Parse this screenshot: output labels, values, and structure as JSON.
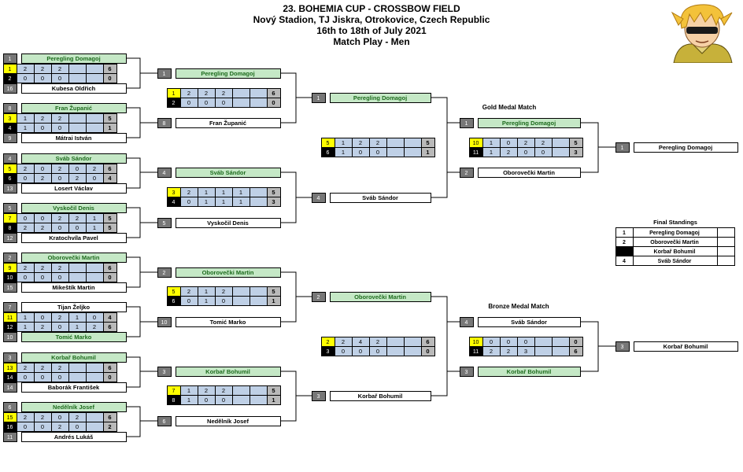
{
  "header": {
    "line1": "23. BOHEMIA CUP - CROSSBOW FIELD",
    "line2": "Nový Stadion, TJ Jiskra, Otrokovice, Czech Republic",
    "line3": "16th to 18th of July 2021",
    "line4": "Match Play - Men"
  },
  "colors": {
    "winner": "#c5e8c6",
    "score": "#bfd0e6",
    "set_total": "#b9b9b9",
    "seed": "#777777",
    "yellow": "#ffff00",
    "black": "#000000"
  },
  "round1": [
    {
      "top": {
        "seed": "1",
        "name": "Peregling Domagoj",
        "tb": "1",
        "sets": [
          "2",
          "2",
          "2"
        ],
        "total": "6",
        "winner": true
      },
      "bottom": {
        "seed": "16",
        "name": "Kubesa Oldřich",
        "tb": "2",
        "sets": [
          "0",
          "0",
          "0"
        ],
        "total": "0",
        "winner": false
      }
    },
    {
      "top": {
        "seed": "8",
        "name": "Fran Županić",
        "tb": "3",
        "sets": [
          "1",
          "2",
          "2"
        ],
        "total": "5",
        "winner": true
      },
      "bottom": {
        "seed": "9",
        "name": "Mátrai István",
        "tb": "4",
        "sets": [
          "1",
          "0",
          "0"
        ],
        "total": "1",
        "winner": false
      }
    },
    {
      "top": {
        "seed": "4",
        "name": "Sváb Sándor",
        "tb": "5",
        "sets": [
          "2",
          "0",
          "2",
          "0",
          "2"
        ],
        "total": "6",
        "winner": true
      },
      "bottom": {
        "seed": "13",
        "name": "Losert Václav",
        "tb": "6",
        "sets": [
          "0",
          "2",
          "0",
          "2",
          "0"
        ],
        "total": "4",
        "winner": false
      }
    },
    {
      "top": {
        "seed": "5",
        "name": "Vyskočil Denis",
        "tb": "7",
        "sets": [
          "0",
          "0",
          "2",
          "2",
          "1"
        ],
        "total": "5",
        "winner": true
      },
      "bottom": {
        "seed": "12",
        "name": "Kratochvíla Pavel",
        "tb": "8",
        "sets": [
          "2",
          "2",
          "0",
          "0",
          "1"
        ],
        "total": "5",
        "winner": false
      }
    },
    {
      "top": {
        "seed": "2",
        "name": "Oborovečki Martin",
        "tb": "9",
        "sets": [
          "2",
          "2",
          "2"
        ],
        "total": "6",
        "winner": true
      },
      "bottom": {
        "seed": "15",
        "name": "Mikeštík Martin",
        "tb": "10",
        "sets": [
          "0",
          "0",
          "0"
        ],
        "total": "0",
        "winner": false
      }
    },
    {
      "top": {
        "seed": "7",
        "name": "Tijan Željko",
        "tb": "11",
        "sets": [
          "1",
          "0",
          "2",
          "1",
          "0"
        ],
        "total": "4",
        "winner": false
      },
      "bottom": {
        "seed": "10",
        "name": "Tomić Marko",
        "tb": "12",
        "sets": [
          "1",
          "2",
          "0",
          "1",
          "2"
        ],
        "total": "6",
        "winner": true
      }
    },
    {
      "top": {
        "seed": "3",
        "name": "Korbař Bohumil",
        "tb": "13",
        "sets": [
          "2",
          "2",
          "2"
        ],
        "total": "6",
        "winner": true
      },
      "bottom": {
        "seed": "14",
        "name": "Baborák František",
        "tb": "14",
        "sets": [
          "0",
          "0",
          "0"
        ],
        "total": "0",
        "winner": false
      }
    },
    {
      "top": {
        "seed": "6",
        "name": "Nedělník Josef",
        "tb": "15",
        "sets": [
          "2",
          "2",
          "0",
          "2"
        ],
        "total": "6",
        "winner": true
      },
      "bottom": {
        "seed": "11",
        "name": "Andrés Lukáš",
        "tb": "16",
        "sets": [
          "0",
          "0",
          "2",
          "0"
        ],
        "total": "2",
        "winner": false
      }
    }
  ],
  "round2": [
    {
      "top": {
        "seed": "1",
        "name": "Peregling Domagoj",
        "tb": "1",
        "sets": [
          "2",
          "2",
          "2"
        ],
        "total": "6",
        "winner": true
      },
      "bottom": {
        "seed": "8",
        "name": "Fran Županić",
        "tb": "2",
        "sets": [
          "0",
          "0",
          "0"
        ],
        "total": "0",
        "winner": false
      }
    },
    {
      "top": {
        "seed": "4",
        "name": "Sváb Sándor",
        "tb": "3",
        "sets": [
          "2",
          "1",
          "1",
          "1"
        ],
        "total": "5",
        "winner": true
      },
      "bottom": {
        "seed": "5",
        "name": "Vyskočil Denis",
        "tb": "4",
        "sets": [
          "0",
          "1",
          "1",
          "1"
        ],
        "total": "3",
        "winner": false
      }
    },
    {
      "top": {
        "seed": "2",
        "name": "Oborovečki Martin",
        "tb": "5",
        "sets": [
          "2",
          "1",
          "2"
        ],
        "total": "5",
        "winner": true
      },
      "bottom": {
        "seed": "10",
        "name": "Tomić Marko",
        "tb": "6",
        "sets": [
          "0",
          "1",
          "0"
        ],
        "total": "1",
        "winner": false
      }
    },
    {
      "top": {
        "seed": "3",
        "name": "Korbař Bohumil",
        "tb": "7",
        "sets": [
          "1",
          "2",
          "2"
        ],
        "total": "5",
        "winner": true
      },
      "bottom": {
        "seed": "6",
        "name": "Nedělník Josef",
        "tb": "8",
        "sets": [
          "1",
          "0",
          "0"
        ],
        "total": "1",
        "winner": false
      }
    }
  ],
  "semis": [
    {
      "top": {
        "seed": "1",
        "name": "Peregling Domagoj",
        "tb": "5",
        "sets": [
          "1",
          "2",
          "2"
        ],
        "total": "5",
        "winner": true
      },
      "bottom": {
        "seed": "4",
        "name": "Sváb Sándor",
        "tb": "6",
        "sets": [
          "1",
          "0",
          "0"
        ],
        "total": "1",
        "winner": false
      }
    },
    {
      "top": {
        "seed": "2",
        "name": "Oborovečki Martin",
        "tb": "2",
        "sets": [
          "2",
          "4",
          "2"
        ],
        "total": "6",
        "winner": true
      },
      "bottom": {
        "seed": "3",
        "name": "Korbař Bohumil",
        "tb": "3",
        "sets": [
          "0",
          "0",
          "0"
        ],
        "total": "0",
        "winner": false
      }
    }
  ],
  "gold": {
    "label": "Gold Medal Match",
    "top": {
      "seed": "1",
      "name": "Peregling Domagoj",
      "tb": "10",
      "sets": [
        "1",
        "0",
        "2",
        "2"
      ],
      "total": "5",
      "winner": true
    },
    "bottom": {
      "seed": "2",
      "name": "Oborovečki Martin",
      "tb": "11",
      "sets": [
        "1",
        "2",
        "0",
        "0"
      ],
      "total": "3",
      "winner": false
    },
    "result": {
      "seed": "1",
      "name": "Peregling Domagoj"
    }
  },
  "bronze": {
    "label": "Bronze Medal Match",
    "top": {
      "seed": "4",
      "name": "Sváb Sándor",
      "tb": "10",
      "sets": [
        "0",
        "0",
        "0"
      ],
      "total": "0",
      "winner": false
    },
    "bottom": {
      "seed": "3",
      "name": "Korbař Bohumil",
      "tb": "11",
      "sets": [
        "2",
        "2",
        "3"
      ],
      "total": "6",
      "winner": true
    },
    "result": {
      "seed": "3",
      "name": "Korbař Bohumil"
    }
  },
  "standings": {
    "title": "Final Standings",
    "rows": [
      {
        "rank": "1",
        "name": "Peregling Domagoj"
      },
      {
        "rank": "2",
        "name": "Oborovečki Martin"
      },
      {
        "rank": "",
        "name": "Korbař Bohumil"
      },
      {
        "rank": "4",
        "name": "Sváb Sándor"
      }
    ]
  }
}
